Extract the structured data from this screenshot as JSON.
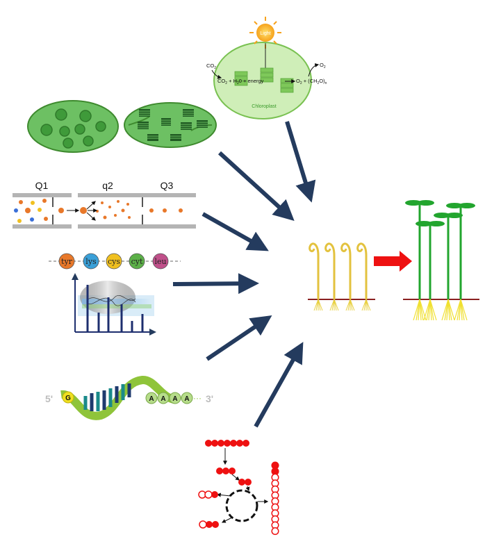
{
  "chloroplast_panel": {
    "co2_in": "CO",
    "co2_in_sub": "2",
    "o2_out": "O",
    "o2_out_sub": "2",
    "equation_left": "CO",
    "equation_h2o": " + H",
    "equation_energy": "0 + energy",
    "equation_o2": "O",
    "equation_ch2o": "+ (CH",
    "equation_ch2o_end": "O)",
    "sun_label": "Light",
    "organelle_label": "Chloroplast"
  },
  "separation_panel": {
    "q1": "Q1",
    "q2": "q2",
    "q3": "Q3"
  },
  "peptide_panel": {
    "residues": [
      "tyr",
      "lys",
      "cys",
      "cyt",
      "leu"
    ],
    "colors": [
      "#e8782a",
      "#3aa0d8",
      "#f0c020",
      "#5cb048",
      "#c0508a"
    ]
  },
  "mrna_panel": {
    "five_prime": "5'",
    "three_prime": "3'",
    "cap": "G",
    "tail": [
      "A",
      "A",
      "A",
      "A"
    ],
    "tail_dots": "···"
  },
  "colors": {
    "arrow": "#243b5e",
    "red_arrow": "#ee1111",
    "chloroplast_green": "#6dc063",
    "seedling_yellow": "#e3c23e",
    "plant_green": "#22a52e",
    "pathway_red": "#ee1111"
  }
}
